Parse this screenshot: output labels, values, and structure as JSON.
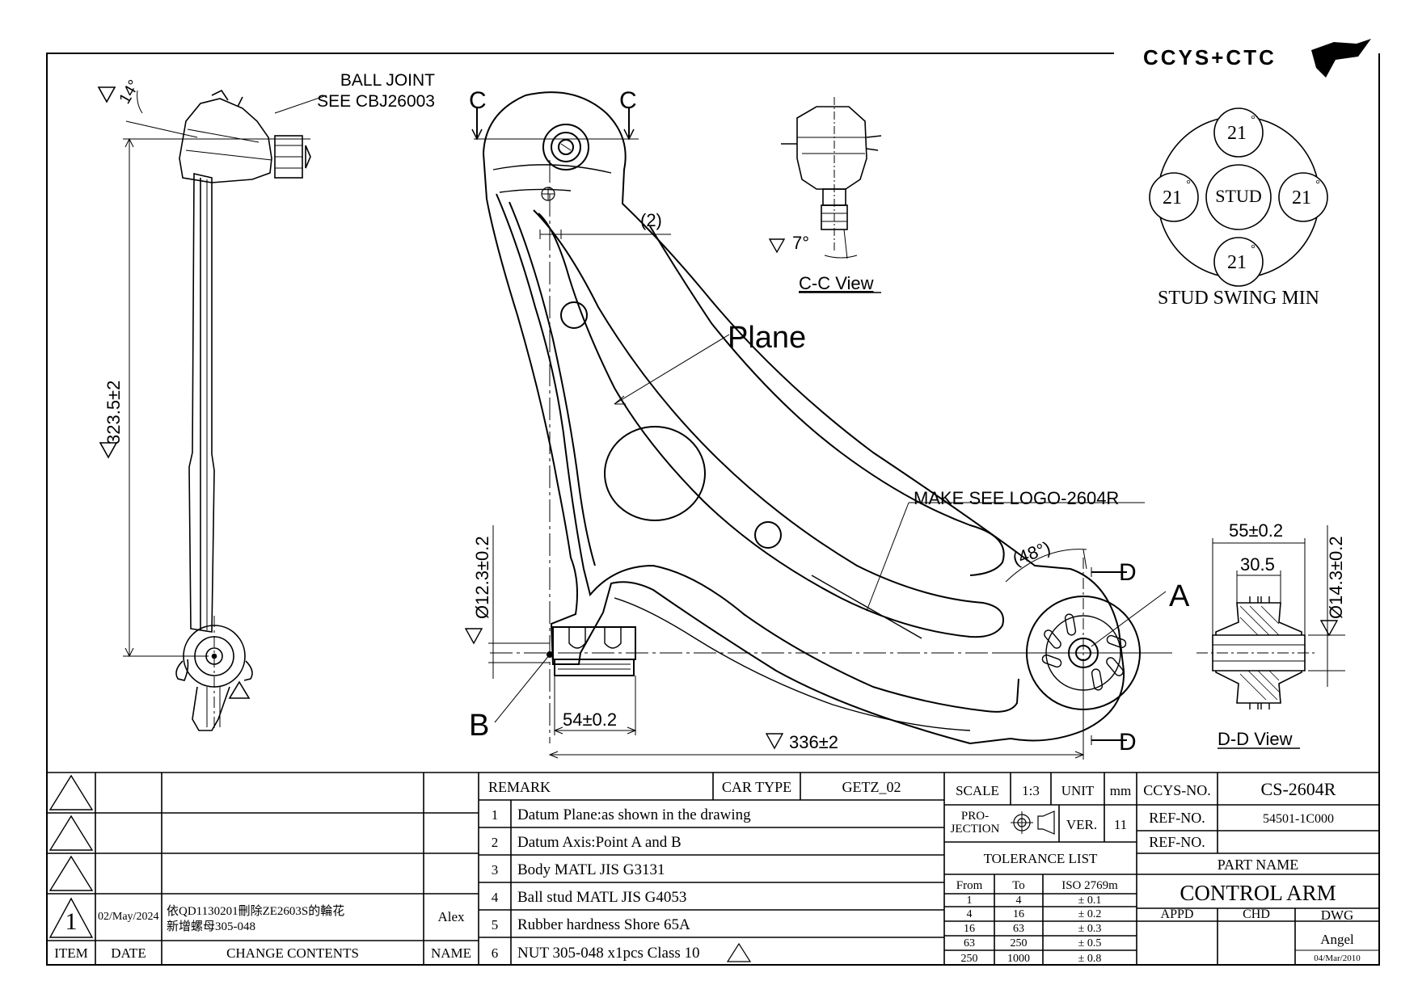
{
  "logo": {
    "text": "CCYS+CTC"
  },
  "side_view": {
    "ball_joint_line1": "BALL JOINT",
    "ball_joint_line2": "SEE CBJ26003",
    "angle": "14°",
    "length": "323.5±2"
  },
  "main_view": {
    "section_c": "C",
    "offset": "(2)",
    "plane_label": "Plane",
    "make_logo": "MAKE SEE LOGO-2604R",
    "angle": "(48°)",
    "section_d": "D",
    "point_a": "A",
    "point_b": "B",
    "bushing_dia": "Ø12.3±0.2",
    "bushing_width": "54±0.2",
    "overall_length": "336±2"
  },
  "cc_view": {
    "angle": "7°",
    "title": "C-C View"
  },
  "stud_swing": {
    "top": "21",
    "left": "21",
    "center": "STUD",
    "right": "21",
    "bottom": "21",
    "degree_mark": "°",
    "title": "STUD SWING MIN"
  },
  "dd_view": {
    "outer_width": "55±0.2",
    "inner_width": "30.5",
    "diameter": "Ø14.3±0.2",
    "title": "D-D View"
  },
  "revision_table": {
    "rows": [
      {
        "item": "",
        "date": "",
        "change": "",
        "change2": "",
        "name": ""
      },
      {
        "item": "",
        "date": "",
        "change": "",
        "change2": "",
        "name": ""
      },
      {
        "item": "",
        "date": "",
        "change": "",
        "change2": "",
        "name": ""
      },
      {
        "item": "1",
        "date": "02/May/2024",
        "change": "依QD1130201刪除ZE2603S的輪花",
        "change2": "新增螺母305-048",
        "name": "Alex"
      }
    ],
    "headers": {
      "item": "ITEM",
      "date": "DATE",
      "change": "CHANGE CONTENTS",
      "name": "NAME"
    }
  },
  "remarks": {
    "title": "REMARK",
    "car_type_label": "CAR TYPE",
    "car_type": "GETZ_02",
    "items": [
      {
        "no": "1",
        "text": "Datum Plane:as shown in the drawing"
      },
      {
        "no": "2",
        "text": "Datum Axis:Point A and B"
      },
      {
        "no": "3",
        "text": "Body MATL JIS G3131"
      },
      {
        "no": "4",
        "text": "Ball stud MATL JIS G4053"
      },
      {
        "no": "5",
        "text": "Rubber hardness Shore 65A"
      },
      {
        "no": "6",
        "text": "NUT 305-048 x1pcs Class 10"
      }
    ]
  },
  "scale_block": {
    "scale_label": "SCALE",
    "scale": "1:3",
    "unit_label": "UNIT",
    "unit": "mm",
    "projection_line1": "PRO-",
    "projection_line2": "JECTION",
    "ver_label": "VER.",
    "ver": "11",
    "tolerance_title": "TOLERANCE LIST",
    "tol_headers": [
      "From",
      "To",
      "ISO 2769m"
    ],
    "tol_rows": [
      [
        "1",
        "4",
        "± 0.1"
      ],
      [
        "4",
        "16",
        "± 0.2"
      ],
      [
        "16",
        "63",
        "± 0.3"
      ],
      [
        "63",
        "250",
        "± 0.5"
      ],
      [
        "250",
        "1000",
        "± 0.8"
      ]
    ]
  },
  "title_block": {
    "ccys_label": "CCYS-NO.",
    "ccys_no": "CS-2604R",
    "ref_label": "REF-NO.",
    "ref_no": "54501-1C000",
    "ref_label2": "REF-NO.",
    "ref_no2": "",
    "part_name_label": "PART NAME",
    "part_name": "CONTROL ARM",
    "appd": "APPD",
    "chd": "CHD",
    "dwg": "DWG",
    "drawer": "Angel",
    "date": "04/Mar/2010"
  }
}
